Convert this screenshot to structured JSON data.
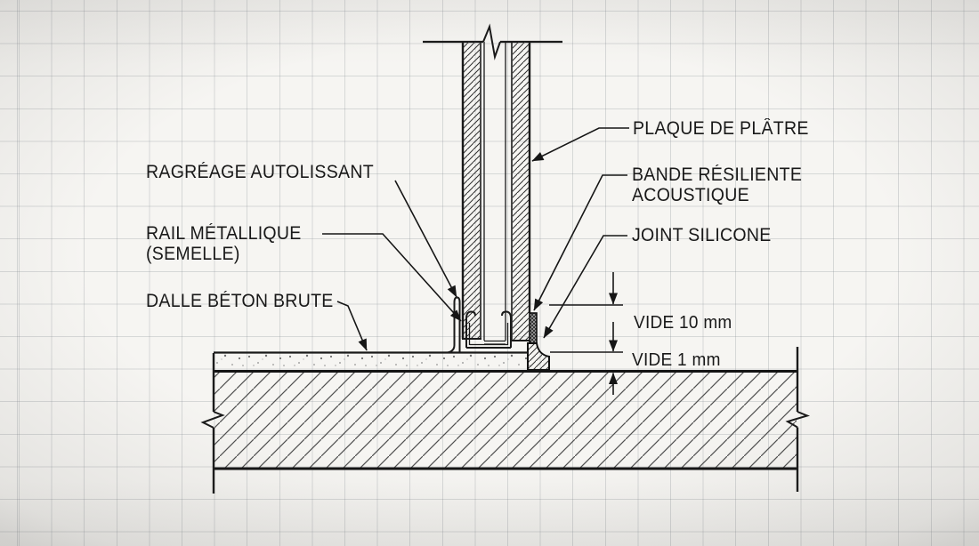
{
  "drawing": {
    "kind": "technical-construction-detail",
    "subject": "partition-wall-to-concrete-slab-junction"
  },
  "labels": {
    "ragreage": {
      "text": "RAGRÉAGE AUTOLISSANT"
    },
    "rail": {
      "line1": "RAIL MÉTALLIQUE",
      "line2": "(SEMELLE)"
    },
    "dalle": {
      "text": "DALLE BÉTON BRUTE"
    },
    "plaque": {
      "text": "PLAQUE DE PLÂTRE"
    },
    "bande": {
      "line1": "BANDE RÉSILIENTE",
      "line2": "ACOUSTIQUE"
    },
    "joint": {
      "text": "JOINT SILICONE"
    },
    "vide10": {
      "text": "VIDE 10 mm"
    },
    "vide1": {
      "text": "VIDE 1 mm"
    }
  },
  "colors": {
    "paper": "#f6f5f2",
    "grid_line": "#cdced1",
    "ink": "#1a1a1a",
    "hatch": "#4f4f4f",
    "resilient_strip_fill": "#a8a8a8",
    "speckle_dot": "#6f6f6f"
  }
}
